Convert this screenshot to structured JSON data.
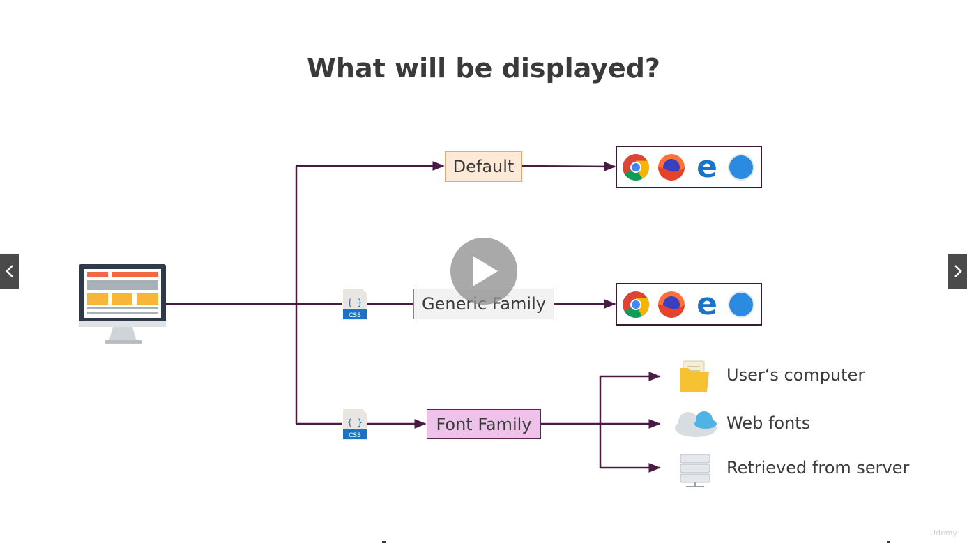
{
  "slide": {
    "title": "What will be displayed?"
  },
  "diagram": {
    "nodes": {
      "default": "Default",
      "generic": "Generic Family",
      "font": "Font Family"
    },
    "sources": {
      "user_computer": "User‘s computer",
      "web_fonts": "Web fonts",
      "server": "Retrieved from server"
    },
    "css_badge": "CSS",
    "css_braces": "{ }",
    "browsers": [
      "chrome-icon",
      "firefox-icon",
      "edge-icon",
      "safari-icon"
    ]
  },
  "controls": {
    "prev": "previous-slide",
    "next": "next-slide",
    "play": "play-video"
  },
  "watermark": "Udemy",
  "colors": {
    "arrow": "#4a1a44",
    "default_fill": "#fde9d6",
    "default_border": "#f0a660",
    "generic_fill": "#f2f2f2",
    "font_fill": "#eec2ea",
    "font_border": "#5b2550"
  }
}
